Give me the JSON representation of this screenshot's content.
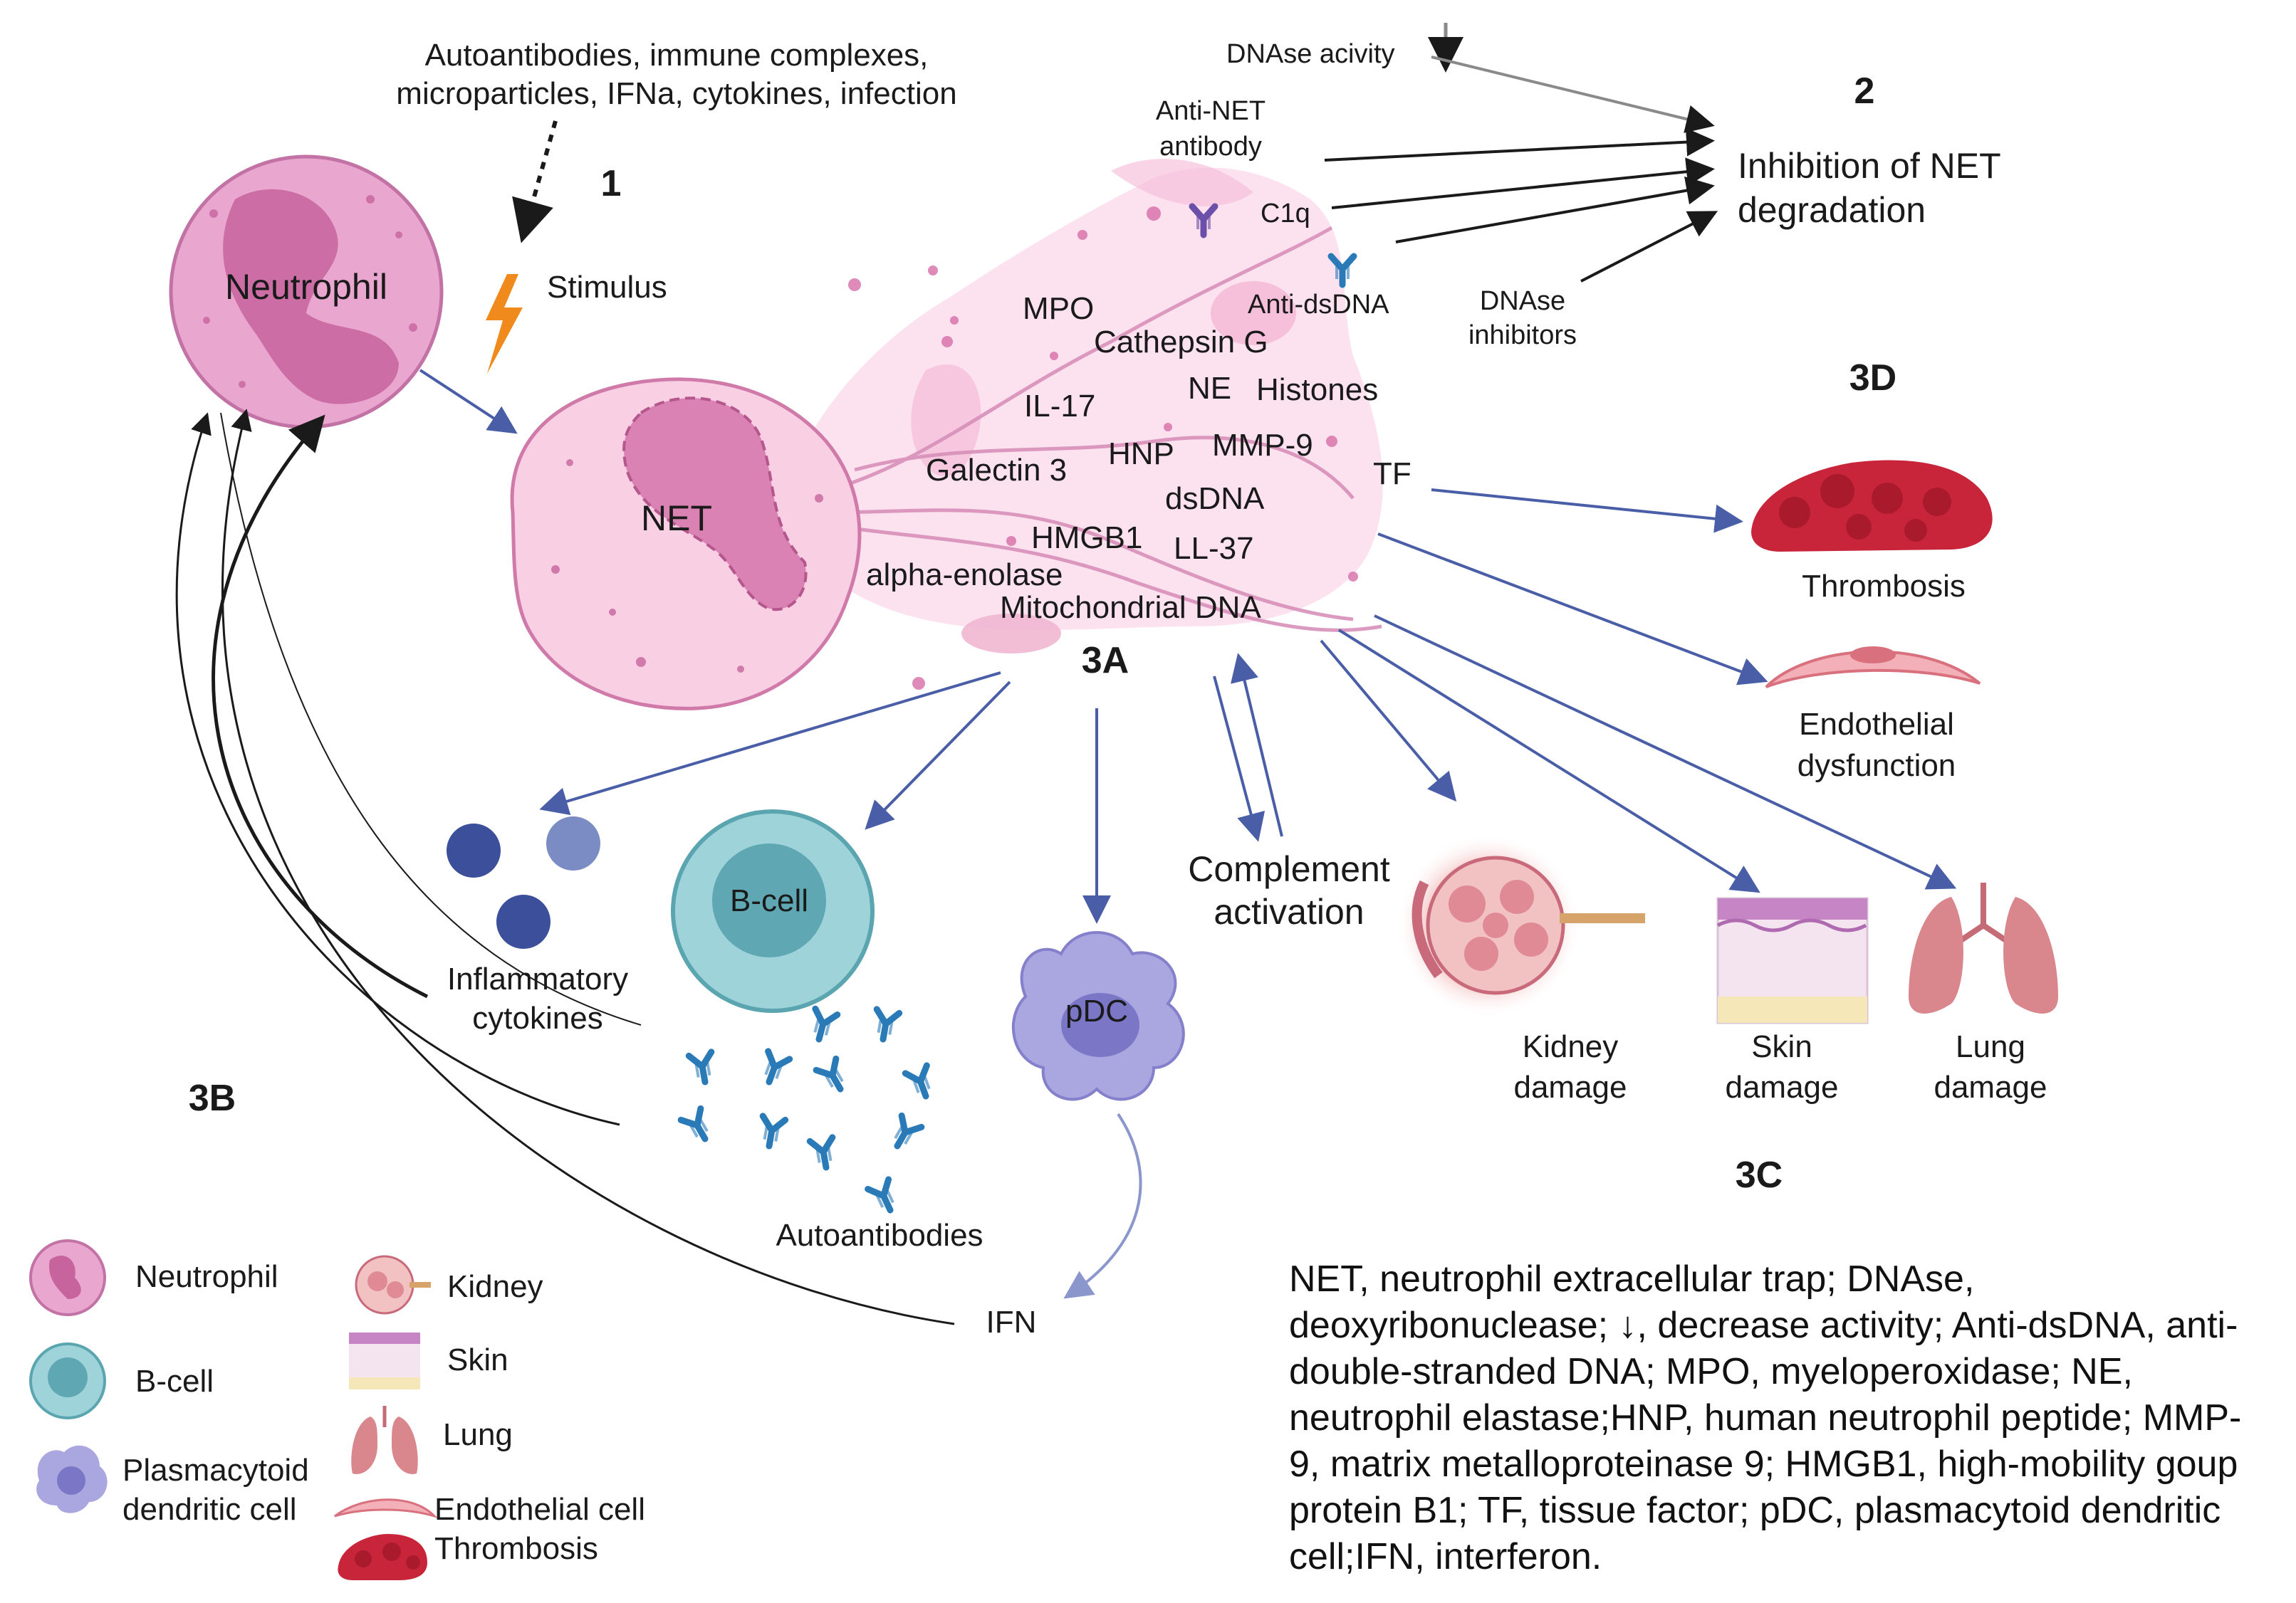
{
  "stimulus_inputs": [
    "Autoantibodies, immune complexes,",
    "microparticles, IFNa, cytokines, infection"
  ],
  "step_labels": {
    "one": "1",
    "two": "2",
    "a": "3A",
    "b": "3B",
    "c": "3C",
    "d": "3D"
  },
  "stimulus": "Stimulus",
  "neutrophil": "Neutrophil",
  "net": "NET",
  "net_components": [
    "MPO",
    "Cathepsin G",
    "IL-17",
    "NE",
    "Histones",
    "HNP",
    "MMP-9",
    "Galectin 3",
    "dsDNA",
    "TF",
    "HMGB1",
    "LL-37",
    "alpha-enolase",
    "Mitochondrial DNA"
  ],
  "degradation": {
    "dnase_activity": "DNAse acivity",
    "anti_net": [
      "Anti-NET",
      "antibody"
    ],
    "c1q": "C1q",
    "anti_dsdna": "Anti-dsDNA",
    "dnase_inhibitors": [
      "DNAse",
      "inhibitors"
    ],
    "result": [
      "Inhibition of NET",
      "degradation"
    ]
  },
  "outcomes": {
    "thrombosis": "Thrombosis",
    "endothelial": [
      "Endothelial",
      "dysfunction"
    ],
    "complement": [
      "Complement",
      "activation"
    ],
    "kidney": [
      "Kidney",
      "damage"
    ],
    "skin": [
      "Skin",
      "damage"
    ],
    "lung": [
      "Lung",
      "damage"
    ],
    "cytokines": [
      "Inflammatory",
      "cytokines"
    ],
    "bcell": "B-cell",
    "autoantibodies": "Autoantibodies",
    "pdc": "pDC",
    "ifn": "IFN"
  },
  "legend": {
    "neutrophil": "Neutrophil",
    "bcell": "B-cell",
    "pdc": [
      "Plasmacytoid",
      "dendritic cell"
    ],
    "kidney": "Kidney",
    "skin": "Skin",
    "lung": "Lung",
    "endothelial": "Endothelial cell",
    "thrombosis": "Thrombosis"
  },
  "footnote": "NET, neutrophil extracellular trap; DNAse, deoxyribonuclease; ↓, decrease activity; Anti-dsDNA, anti-double-stranded DNA; MPO, myeloperoxidase; NE, neutrophil elastase;HNP, human neutrophil peptide; MMP-9, matrix metalloproteinase 9; HMGB1, high-mobility goup protein B1; TF, tissue factor; pDC, plasmacytoid dendritic cell;IFN, interferon.",
  "colors": {
    "arrow_blue": "#4a5ea8",
    "arrow_black": "#1a1a1a",
    "neutrophil_fill": "#e9a7cf",
    "net_fill": "#f9cfe4",
    "nucleus": "#c7649e",
    "bcell_fill": "#9fd3da",
    "pdc_fill": "#a9a6e0",
    "cytokine": "#3b4f9a",
    "antibody": "#2a7ab8",
    "thrombus": "#c9253a",
    "lung": "#d9868d"
  }
}
